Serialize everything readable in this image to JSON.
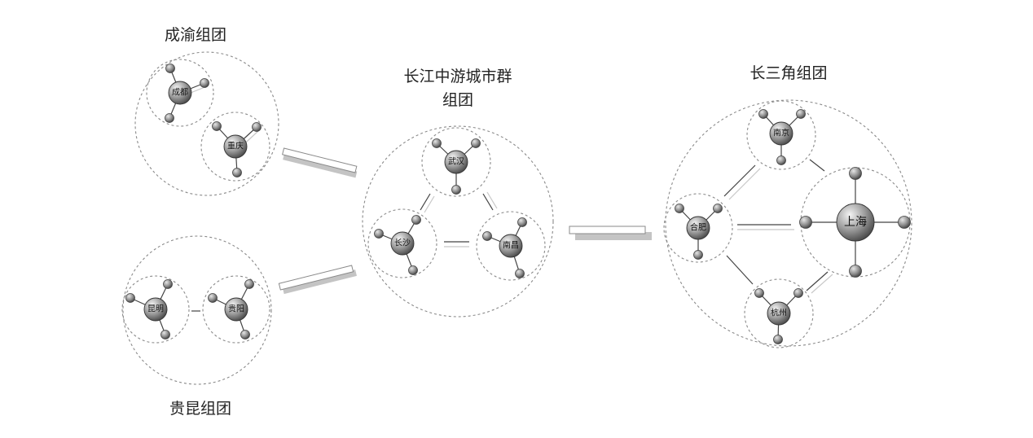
{
  "clusters": {
    "chengyu": {
      "title": "成渝组团",
      "cities": {
        "chengdu": "成都",
        "chongqing": "重庆"
      }
    },
    "guikun": {
      "title": "贵昆组团",
      "cities": {
        "kunming": "昆明",
        "guiyang": "贵阳"
      }
    },
    "changjiang": {
      "title_line1": "长江中游城市群",
      "title_line2": "组团",
      "cities": {
        "wuhan": "武汉",
        "changsha": "长沙",
        "nanchang": "南昌"
      }
    },
    "csj": {
      "title": "长三角组团",
      "cities": {
        "nanjing": "南京",
        "hefei": "合肥",
        "shanghai": "上海",
        "hangzhou": "杭州"
      }
    }
  },
  "colors": {
    "stroke": "#8a8a8a",
    "edge": "#444444",
    "node_light": "#f2f2f2",
    "node_dark": "#4a4a4a"
  }
}
